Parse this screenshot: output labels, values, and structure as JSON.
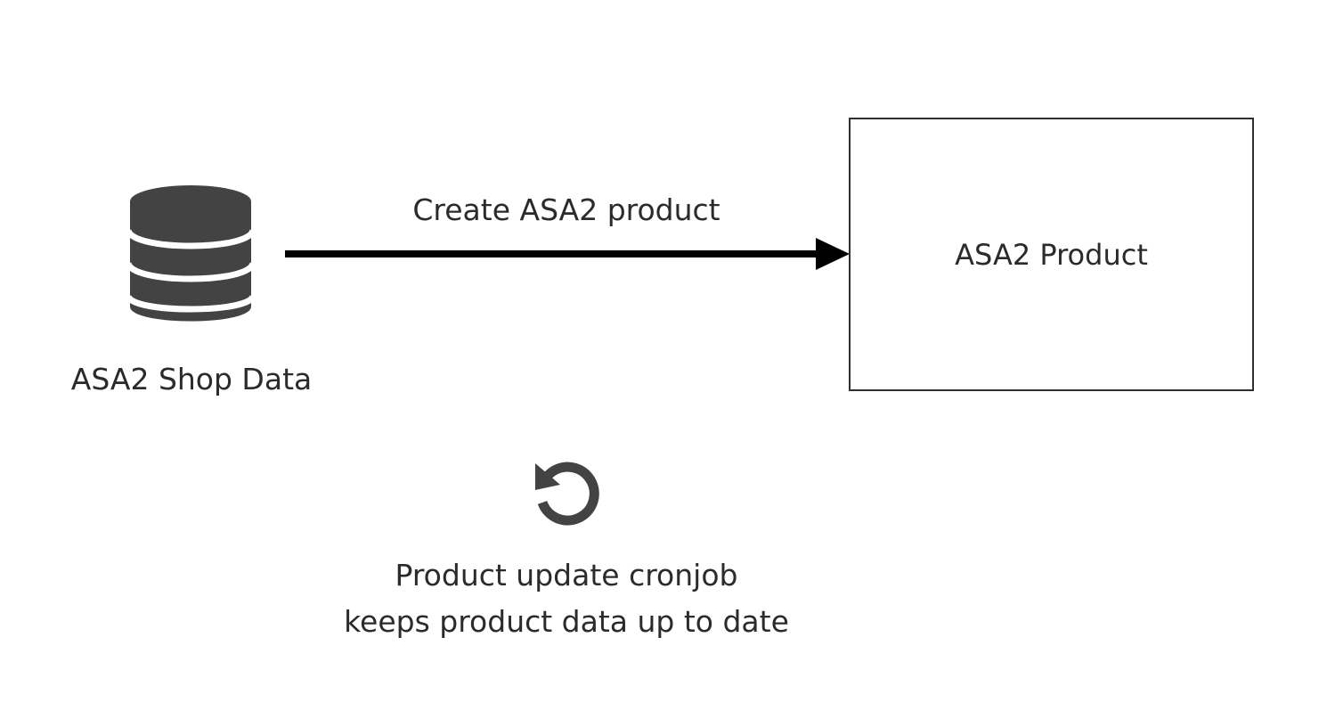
{
  "diagram": {
    "source": {
      "label": "ASA2 Shop Data",
      "icon": "database-icon"
    },
    "edge": {
      "label": "Create ASA2 product"
    },
    "target": {
      "label": "ASA2 Product"
    },
    "note": {
      "icon": "refresh-icon",
      "line1": "Product update cronjob",
      "line2": "keeps product data up to date"
    },
    "colors": {
      "icon": "#434343",
      "arrow": "#000000",
      "box_border": "#2f2f2f",
      "text": "#2b2b2b",
      "background": "#ffffff"
    }
  }
}
